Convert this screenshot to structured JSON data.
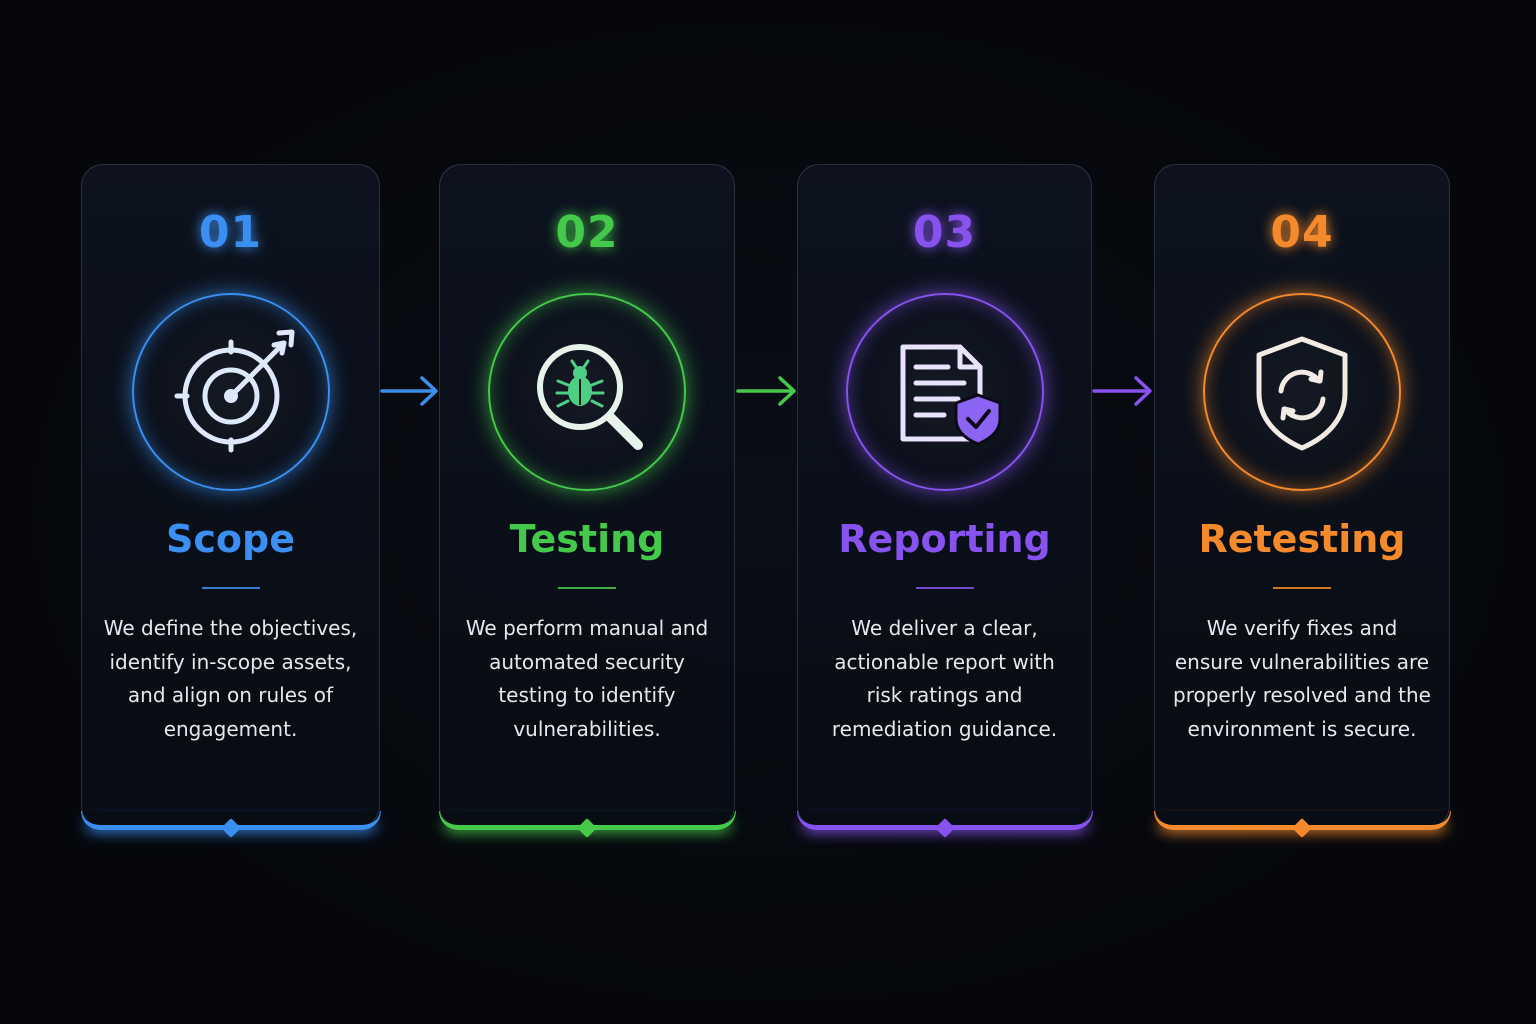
{
  "steps": [
    {
      "number": "01",
      "title": "Scope",
      "description": "We define the objectives, identify in-scope assets, and align on rules of engagement.",
      "icon": "target-arrow-icon",
      "color": "#3b8ff0"
    },
    {
      "number": "02",
      "title": "Testing",
      "description": "We perform manual and automated security testing to identify vulnerabilities.",
      "icon": "bug-magnifier-icon",
      "color": "#45c94a"
    },
    {
      "number": "03",
      "title": "Reporting",
      "description": "We deliver a clear, actionable report with risk ratings and remediation guidance.",
      "icon": "report-shield-icon",
      "color": "#8753ef"
    },
    {
      "number": "04",
      "title": "Retesting",
      "description": "We verify fixes and ensure vulnerabilities are properly resolved and the environment is secure.",
      "icon": "shield-refresh-icon",
      "color": "#f58a2c"
    }
  ],
  "connectors": [
    {
      "icon": "arrow-right-icon",
      "color": "#3b8ff0"
    },
    {
      "icon": "arrow-right-icon",
      "color": "#45c94a"
    },
    {
      "icon": "arrow-right-icon",
      "color": "#8753ef"
    }
  ]
}
